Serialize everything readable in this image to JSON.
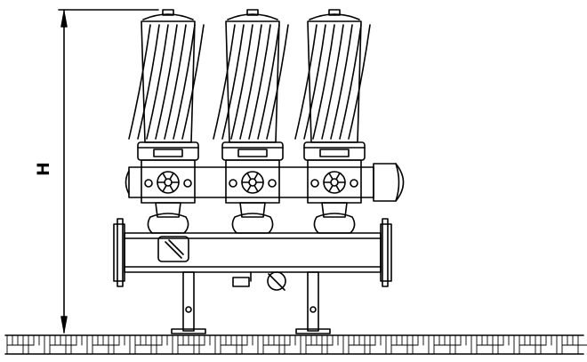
{
  "dimension": {
    "label": "H"
  },
  "filters": [
    {
      "name": "filter-unit-1"
    },
    {
      "name": "filter-unit-2"
    },
    {
      "name": "filter-unit-3"
    }
  ],
  "colors": {
    "stroke": "#000000",
    "background": "#ffffff"
  }
}
